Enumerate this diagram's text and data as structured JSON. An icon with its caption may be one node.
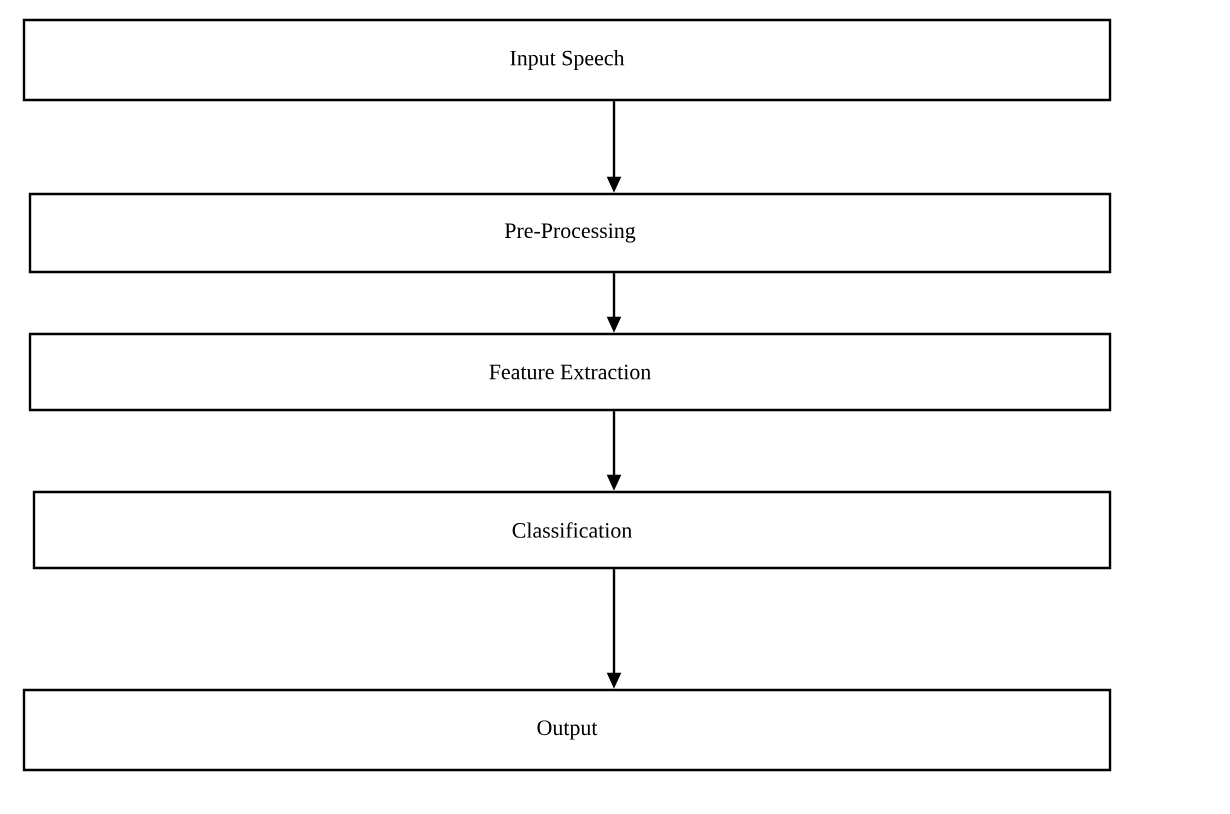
{
  "diagram": {
    "nodes": [
      {
        "text": [
          "Input Speech"
        ]
      },
      {
        "text": [
          "Pre-Processing"
        ]
      },
      {
        "text": [
          "Feature Extraction"
        ]
      },
      {
        "text": [
          "Classification"
        ]
      },
      {
        "text": [
          "Output"
        ]
      }
    ],
    "edges": [
      {
        "from": 0,
        "to": 1,
        "arrow": "to"
      },
      {
        "from": 1,
        "to": 2,
        "arrow": "to"
      },
      {
        "from": 2,
        "to": 3,
        "arrow": "to"
      },
      {
        "from": 3,
        "to": 4,
        "arrow": "to"
      }
    ]
  }
}
